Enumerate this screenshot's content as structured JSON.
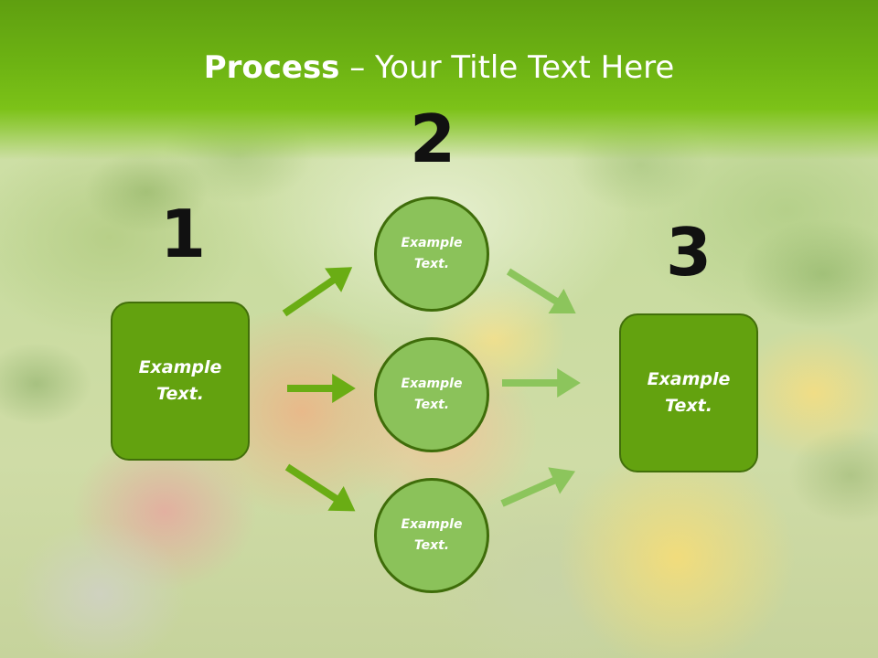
{
  "slide": {
    "title_bold": "Process",
    "title_rest": " – Your Title Text Here"
  },
  "steps": [
    "1",
    "2",
    "3"
  ],
  "boxes": {
    "start": "Example\nText.",
    "end": "Example\nText."
  },
  "circles": [
    "Example\nText.",
    "Example\nText.",
    "Example\nText."
  ],
  "colors": {
    "title_band": "#6db313",
    "box_fill": "#63a20f",
    "box_border": "#426f0a",
    "circle_fill": "#8bc25a",
    "circle_border": "#3f6d0a",
    "arrow_left": "#6aad14",
    "arrow_right": "#8cc55c",
    "number_text": "#111111"
  }
}
